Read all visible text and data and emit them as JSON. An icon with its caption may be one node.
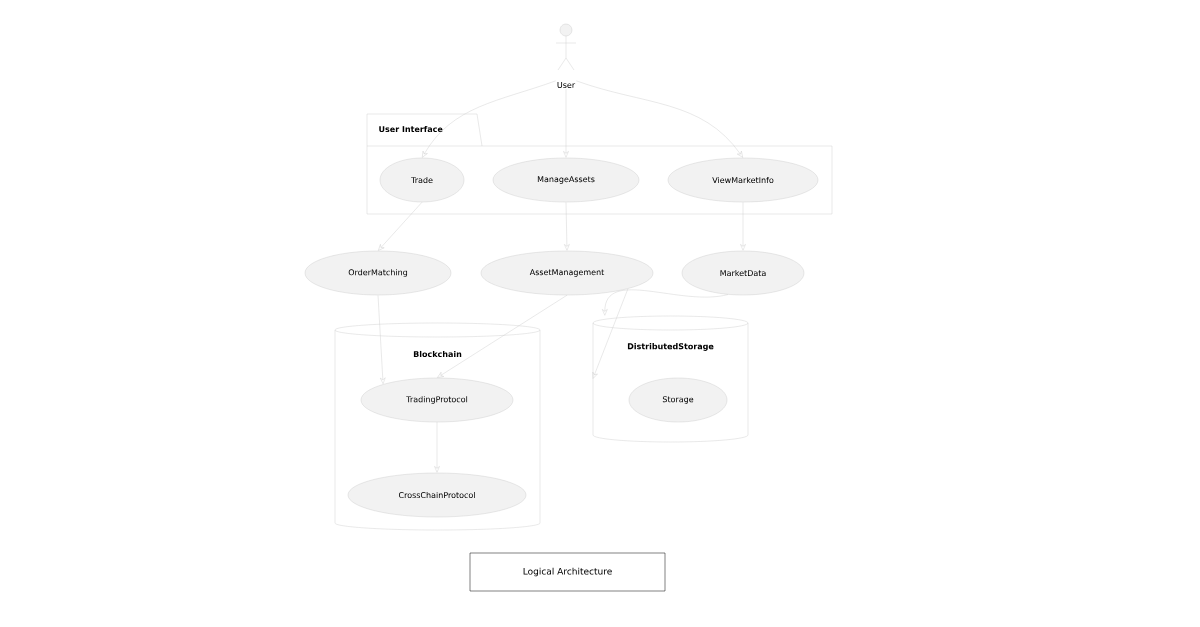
{
  "diagram": {
    "caption": "Logical Architecture",
    "nodes": [
      {
        "text": [
          "User"
        ]
      },
      {
        "text": [
          "User Interface"
        ]
      },
      {
        "text": [
          "Trade"
        ],
        "in": 1
      },
      {
        "text": [
          "ManageAssets"
        ],
        "in": 1
      },
      {
        "text": [
          "ViewMarketInfo"
        ],
        "in": 1
      },
      {
        "text": [
          "OrderMatching"
        ]
      },
      {
        "text": [
          "AssetManagement"
        ]
      },
      {
        "text": [
          "MarketData"
        ]
      },
      {
        "text": [
          "Blockchain"
        ]
      },
      {
        "text": [
          "TradingProtocol"
        ],
        "in": 8
      },
      {
        "text": [
          "CrossChainProtocol"
        ],
        "in": 8
      },
      {
        "text": [
          "DistributedStorage"
        ]
      },
      {
        "text": [
          "Storage"
        ],
        "in": 11
      }
    ],
    "edges": [
      {
        "from": 0,
        "to": 2,
        "arrow": "to"
      },
      {
        "from": 0,
        "to": 3,
        "arrow": "to"
      },
      {
        "from": 0,
        "to": 4,
        "arrow": "to"
      },
      {
        "from": 2,
        "to": 5,
        "arrow": "to"
      },
      {
        "from": 3,
        "to": 6,
        "arrow": "to"
      },
      {
        "from": 4,
        "to": 7,
        "arrow": "to"
      },
      {
        "from": 5,
        "to": 9,
        "arrow": "to"
      },
      {
        "from": 6,
        "to": 9,
        "arrow": "to"
      },
      {
        "from": 6,
        "to": 11,
        "arrow": "to"
      },
      {
        "from": 7,
        "to": 11,
        "arrow": "to"
      },
      {
        "from": 9,
        "to": 10,
        "arrow": "to"
      }
    ]
  }
}
